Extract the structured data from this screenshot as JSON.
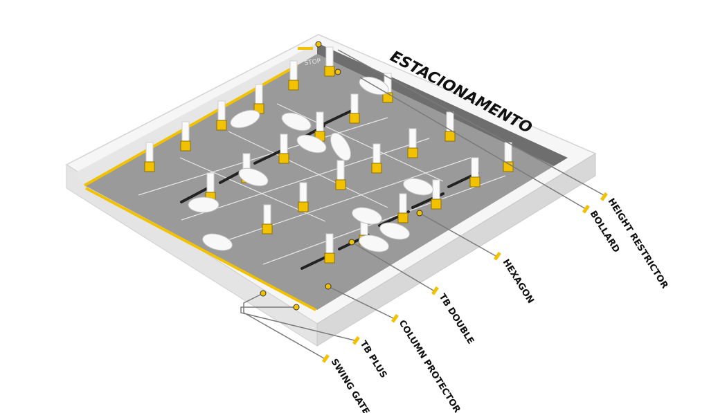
{
  "title": "ESTACIONAMENTO",
  "stop_text": "STOP",
  "colors": {
    "accent": "#f2c200",
    "floor": "#9a9a9a",
    "wall": "#f4f4f4",
    "leader": "#7a7a7a",
    "text": "#111111"
  },
  "labels": [
    {
      "id": "height-restrictor",
      "text": "HEIGHT RESTRICTOR"
    },
    {
      "id": "bollard",
      "text": "BOLLARD"
    },
    {
      "id": "hexagon",
      "text": "HEXAGON"
    },
    {
      "id": "tb-double",
      "text": "TB DOUBLE"
    },
    {
      "id": "column-protector",
      "text": "COLUMN PROTECTOR"
    },
    {
      "id": "tb-plus",
      "text": "TB PLUS"
    },
    {
      "id": "swing-gate",
      "text": "SWING GATE"
    }
  ]
}
